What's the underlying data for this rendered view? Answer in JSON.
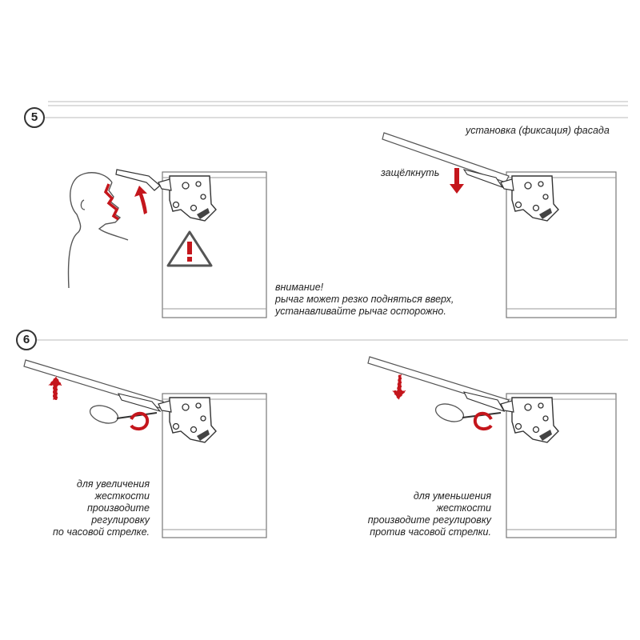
{
  "steps": [
    {
      "number": "5",
      "caption_fix": "установка (фиксация) фасада",
      "caption_click": "защёлкнуть",
      "warning": {
        "title": "внимание!",
        "line1": "рычаг может резко подняться вверх,",
        "line2": "устанавливайте рычаг осторожно.",
        "icon": "warning-triangle-icon"
      }
    },
    {
      "number": "6",
      "increase": [
        "для увеличения",
        "жесткости",
        "производите",
        "регулировку",
        "по часовой стрелке."
      ],
      "decrease": [
        "для уменьшения",
        "жесткости",
        "производите регулировку",
        "против часовой стрелки."
      ]
    }
  ],
  "colors": {
    "accent": "#c4161c",
    "line": "#555555"
  }
}
